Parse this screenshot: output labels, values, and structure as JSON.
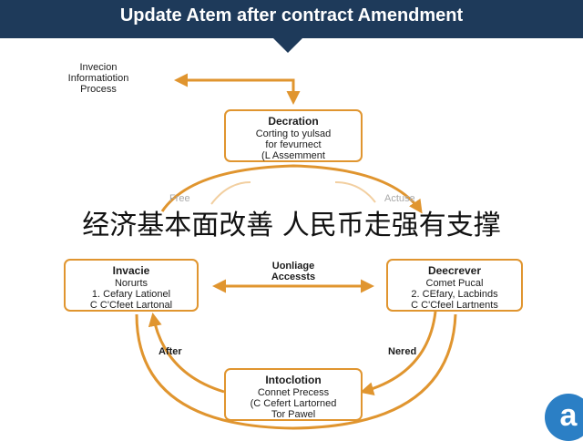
{
  "header": {
    "title": "Update Atem after contract Amendment"
  },
  "overlay_caption": "经济基本面改善 人民币走强有支撑",
  "nodes": {
    "start": {
      "lines": [
        "Invecion",
        "Informatiotion",
        "Process"
      ]
    },
    "top": {
      "title": "Decration",
      "lines": [
        "Corting to yulsad",
        "for fevurnect",
        "(L Assemment"
      ]
    },
    "left": {
      "title": "Invacie",
      "lines": [
        "Norurts",
        "1. Cefary Lationel",
        "C C'Cfeet Lartonal"
      ]
    },
    "right": {
      "title": "Deecrever",
      "lines": [
        "Comet Pucal",
        "2. CEfary, Lacbinds",
        "C C'Cfeel Lartnents"
      ]
    },
    "bottom": {
      "title": "Intoclotion",
      "lines": [
        "Connet Precess",
        "(C Cefert Lartorned",
        "Tor Pawel"
      ]
    }
  },
  "labels": {
    "center": [
      "Uonliage",
      "Accessts"
    ],
    "after": "After",
    "nered": "Nered",
    "free": "Free",
    "actuse": "Actuse"
  },
  "colors": {
    "banner": "#1e3a5a",
    "accent": "#e0952f",
    "logo": "#2b7fc5"
  },
  "logo": {
    "icon": "brand-logo-icon",
    "glyph": "a"
  }
}
